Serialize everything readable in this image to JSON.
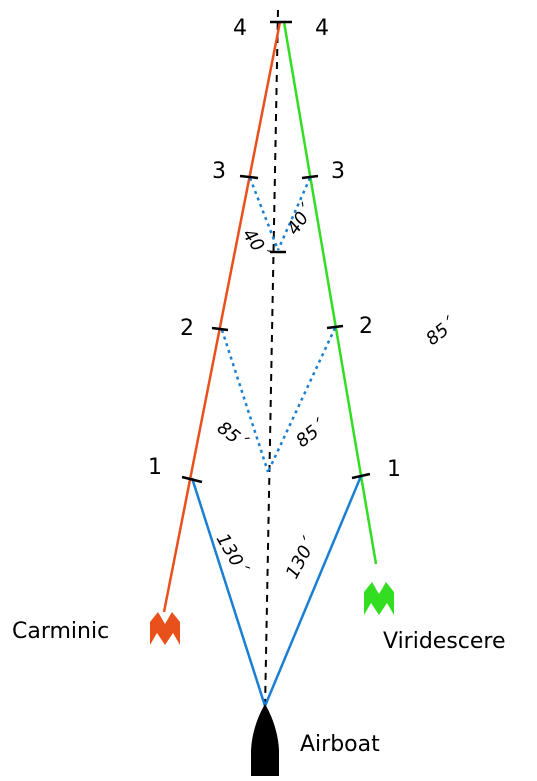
{
  "colors": {
    "carminic": "#e8501c",
    "viridescere": "#33dd22",
    "airboat_path": "#1a7fd4",
    "dotted": "#1a7fd4",
    "centerline": "#000000",
    "boat": "#000000"
  },
  "labels": {
    "carminic": "Carminic",
    "viridescere": "Viridescere",
    "airboat": "Airboat"
  },
  "markers": {
    "one": "1",
    "two": "2",
    "three": "3",
    "four": "4"
  },
  "distances": {
    "d130_left": "130´",
    "d130_right": "130´",
    "d85_left": "85´",
    "d85_right": "85´",
    "d85_outside": "85´",
    "d40_left": "40´",
    "d40_right": "40´"
  },
  "icons": {
    "carminic_marker": "crown-icon",
    "viridescere_marker": "crown-icon",
    "airboat_marker": "boat-icon"
  }
}
